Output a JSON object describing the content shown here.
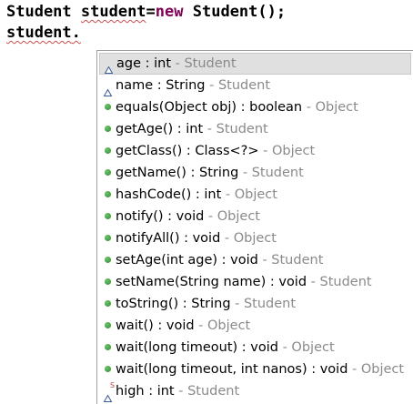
{
  "editor": {
    "line1": {
      "type_name": "Student ",
      "var_name": "student",
      "assign": "=",
      "keyword": "new",
      "ctor": " Student();"
    },
    "line2": {
      "text": "student",
      "dot": "."
    }
  },
  "content_assist": {
    "items": [
      {
        "sig": "age : int",
        "decl": " - Student",
        "icon": "field-default-icon",
        "selected": true
      },
      {
        "sig": "name : String",
        "decl": " - Student",
        "icon": "field-default-icon"
      },
      {
        "sig": "equals(Object obj) : boolean",
        "decl": " - Object",
        "icon": "public-method-icon"
      },
      {
        "sig": "getAge() : int",
        "decl": " - Student",
        "icon": "public-method-icon"
      },
      {
        "sig": "getClass() : Class<?>",
        "decl": " - Object",
        "icon": "public-method-icon"
      },
      {
        "sig": "getName() : String",
        "decl": " - Student",
        "icon": "public-method-icon"
      },
      {
        "sig": "hashCode() : int",
        "decl": " - Object",
        "icon": "public-method-icon"
      },
      {
        "sig": "notify() : void",
        "decl": " - Object",
        "icon": "public-method-icon"
      },
      {
        "sig": "notifyAll() : void",
        "decl": " - Object",
        "icon": "public-method-icon"
      },
      {
        "sig": "setAge(int age) : void",
        "decl": " - Student",
        "icon": "public-method-icon"
      },
      {
        "sig": "setName(String name) : void",
        "decl": " - Student",
        "icon": "public-method-icon"
      },
      {
        "sig": "toString() : String",
        "decl": " - Student",
        "icon": "public-method-icon"
      },
      {
        "sig": "wait() : void",
        "decl": " - Object",
        "icon": "public-method-icon"
      },
      {
        "sig": "wait(long timeout) : void",
        "decl": " - Object",
        "icon": "public-method-icon"
      },
      {
        "sig": "wait(long timeout, int nanos) : void",
        "decl": " - Object",
        "icon": "public-method-icon"
      },
      {
        "sig": "high : int",
        "decl": " - Student",
        "icon": "static-field-icon"
      }
    ]
  },
  "colors": {
    "keyword": "#7f0055",
    "declaring_type": "#8a8a8a",
    "selection": "#e0e0e0",
    "method_icon": "#3c9b3c",
    "field_icon": "#3a5a9a"
  }
}
